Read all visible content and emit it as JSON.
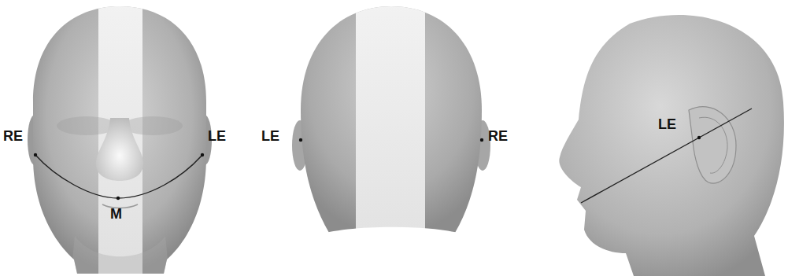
{
  "diagram": {
    "labels": [
      "RE",
      "LE",
      "M",
      "LE",
      "RE",
      "LE"
    ]
  }
}
